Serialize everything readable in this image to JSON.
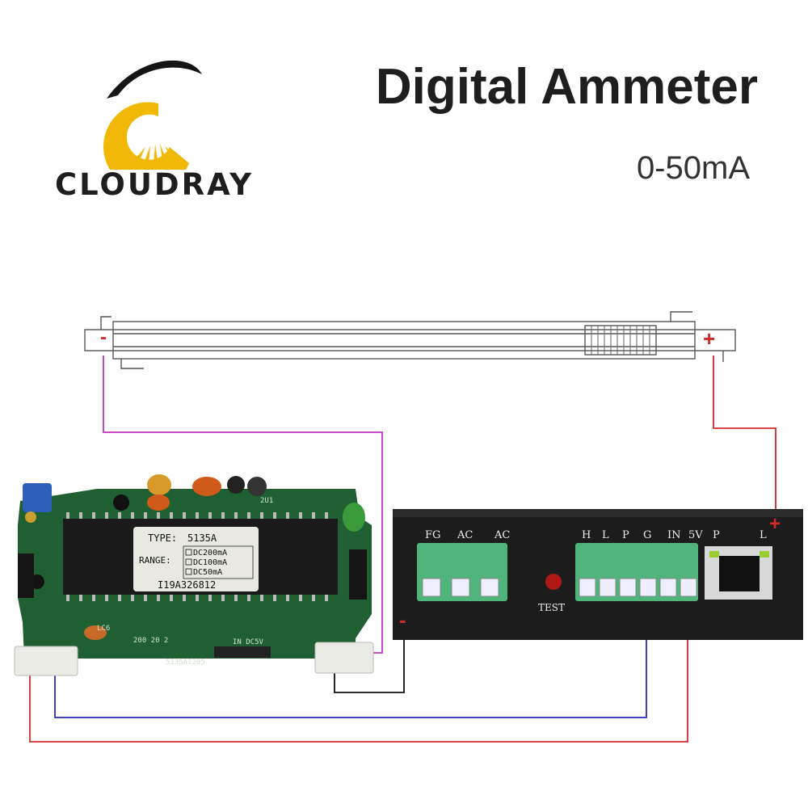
{
  "header": {
    "title": "Digital Ammeter",
    "subtitle": "0-50mA"
  },
  "logo": {
    "brand": "CLOUDRAY",
    "icon": "cloudray-logo-icon"
  },
  "tube": {
    "neg_symbol": "-",
    "pos_symbol": "+"
  },
  "ammeter_board": {
    "type_label": "TYPE:",
    "type_value": "5135A",
    "range_label": "RANGE:",
    "range_options": [
      "DC200mA",
      "DC100mA",
      "DC50mA"
    ],
    "serial": "I19A326812",
    "connector_label": "IN  DC5V",
    "pcb_code": "5135A1205",
    "silk_a": "200  20  2",
    "silk_b": "LC6",
    "silk_c": "2U1"
  },
  "power_supply": {
    "left_terminals": [
      "FG",
      "AC",
      "AC"
    ],
    "right_terminals": [
      "H",
      "L",
      "P",
      "G",
      "IN",
      "5V"
    ],
    "test_label": "TEST",
    "led_labels": [
      "P",
      "L"
    ],
    "neg_symbol": "-",
    "pos_symbol": "+"
  },
  "colors": {
    "magenta_wire": "#c531c5",
    "red_wire": "#d52a2a",
    "blue_wire": "#2a2ab0",
    "black_wire": "#111111",
    "pcb_green": "#1f5f32",
    "terminal_green": "#4fb57a",
    "psu_body": "#1c1c1c",
    "logo_yellow": "#f2b807"
  }
}
